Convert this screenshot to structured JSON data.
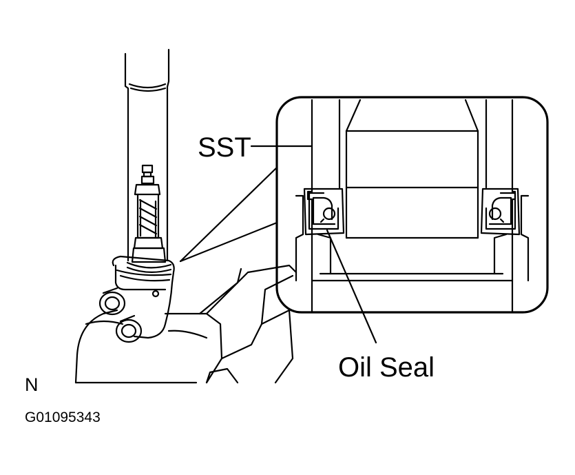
{
  "labels": {
    "sst": "SST",
    "oil_seal": "Oil Seal",
    "view_mark": "N",
    "figure_code": "G01095343"
  },
  "colors": {
    "ink": "#000000",
    "paper": "#ffffff"
  }
}
